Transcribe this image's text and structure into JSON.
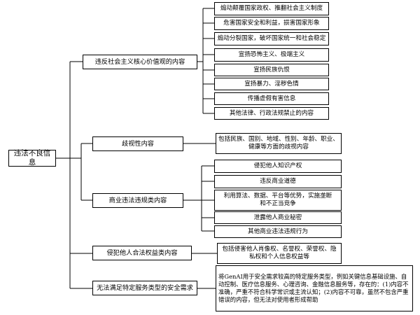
{
  "root": {
    "label": "违法不良信息"
  },
  "branches": [
    {
      "label": "违反社会主义核心价值观的内容",
      "children": [
        "煽动颠覆国家政权、推翻社会主义制度",
        "危害国家安全和利益，损害国家形象",
        "煽动分裂国家，破坏国家统一和社会稳定",
        "宣扬恐怖主义、极端主义",
        "宣扬民族仇恨",
        "宣扬暴力、淫秽色情",
        "传播虚假有害信息",
        "其他法律、行政法规禁止的内容"
      ]
    },
    {
      "label": "歧视性内容",
      "children": [
        "包括民族、国别、地域、性别、年龄、职业、健康等方面的歧视内容"
      ]
    },
    {
      "label": "商业违法违规类内容",
      "children": [
        "侵犯他人知识产权",
        "违反商业道德",
        "利用算法、数据、平台等优势，实施垄断和不正当竞争",
        "泄露他人商业秘密",
        "其他商业违法违规行为"
      ]
    },
    {
      "label": "侵犯他人合法权益类内容",
      "children": [
        "包括侵害他人肖像权、名誉权、荣誉权、隐私权和个人信息权益等"
      ]
    },
    {
      "label": "无法满足特定服务类型的安全需求",
      "children": [
        "将GenAI用于安全需求较高的特定服务类型，例如关键信息基础设施、自动控制、医疗信息服务、心理咨询、金融信息服务等，存在的：(1)内容不准确，严重不符合科学常识或主流认知；(2)内容不可靠，虽然不包含严重错误的内容，但无法对使用者形成帮助"
      ]
    }
  ]
}
